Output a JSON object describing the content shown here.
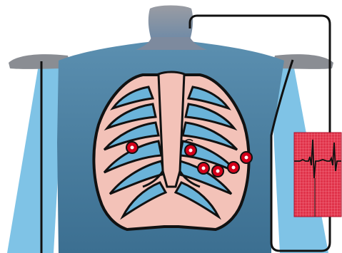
{
  "figure": {
    "subject": "ecg-lead-placement",
    "colors": {
      "background": "#ffffff",
      "skin_dark": "#3f6f8a",
      "skin_light": "#6aa7c6",
      "head_gray": "#8d8f95",
      "bone": "#f3c2b8",
      "bone_outline": "#111111",
      "intercostal": "#6ab3d9",
      "electrode": "#d4001a",
      "wire": "#111111",
      "ecg_paper": "#e0334a",
      "ecg_grid": "#ffb5c0",
      "ecg_trace": "#111111"
    },
    "electrodes": [
      {
        "id": "right-parasternal"
      },
      {
        "id": "left-parasternal"
      },
      {
        "id": "left-midclavicular"
      },
      {
        "id": "left-anterior-axillary"
      },
      {
        "id": "left-mid-axillary-1"
      },
      {
        "id": "left-mid-axillary-2"
      }
    ],
    "icons": {
      "torso": "torso-icon",
      "ribcage": "ribcage-icon",
      "ecg_strip": "ecg-strip-icon"
    }
  }
}
